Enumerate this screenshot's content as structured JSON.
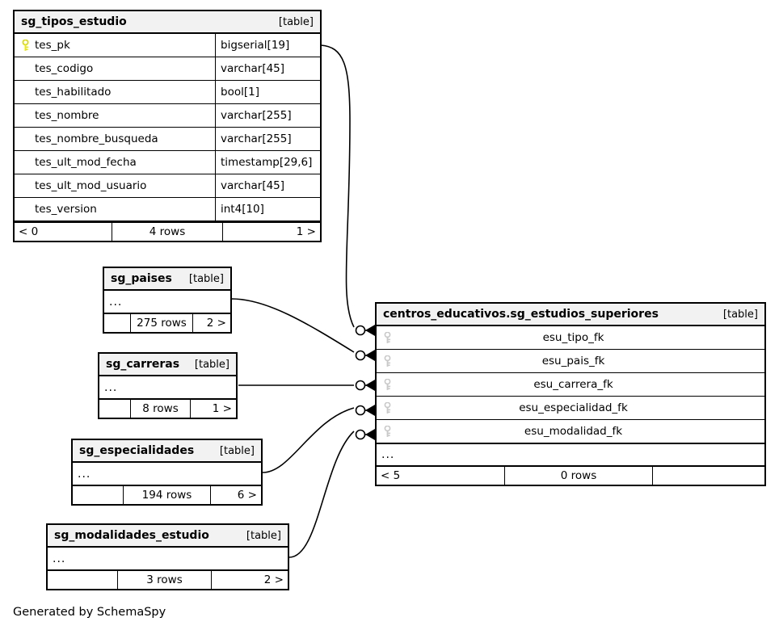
{
  "caption": "Generated by SchemaSpy",
  "colors": {
    "header_bg": "#f2f2f2",
    "pk_key": "#e8e80f",
    "fk_key": "#c9c9c9",
    "border": "#000000",
    "background": "#ffffff"
  },
  "tables": [
    {
      "id": "sg_tipos_estudio",
      "name": "sg_tipos_estudio",
      "tag": "[table]",
      "columns": [
        {
          "name": "tes_pk",
          "type": "bigserial[19]",
          "key": "primary",
          "key_icon": "key-icon"
        },
        {
          "name": "tes_codigo",
          "type": "varchar[45]",
          "key": "none"
        },
        {
          "name": "tes_habilitado",
          "type": "bool[1]",
          "key": "none"
        },
        {
          "name": "tes_nombre",
          "type": "varchar[255]",
          "key": "none"
        },
        {
          "name": "tes_nombre_busqueda",
          "type": "varchar[255]",
          "key": "none"
        },
        {
          "name": "tes_ult_mod_fecha",
          "type": "timestamp[29,6]",
          "key": "none"
        },
        {
          "name": "tes_ult_mod_usuario",
          "type": "varchar[45]",
          "key": "none"
        },
        {
          "name": "tes_version",
          "type": "int4[10]",
          "key": "none"
        }
      ],
      "footer": {
        "left": "< 0",
        "mid": "4 rows",
        "right": "1 >"
      }
    },
    {
      "id": "sg_paises",
      "name": "sg_paises",
      "tag": "[table]",
      "ellipsis": "...",
      "footer": {
        "left": "",
        "mid": "275 rows",
        "right": "2 >"
      }
    },
    {
      "id": "sg_carreras",
      "name": "sg_carreras",
      "tag": "[table]",
      "ellipsis": "...",
      "footer": {
        "left": "",
        "mid": "8 rows",
        "right": "1 >"
      }
    },
    {
      "id": "sg_especialidades",
      "name": "sg_especialidades",
      "tag": "[table]",
      "ellipsis": "...",
      "footer": {
        "left": "",
        "mid": "194 rows",
        "right": "6 >"
      }
    },
    {
      "id": "sg_modalidades_estudio",
      "name": "sg_modalidades_estudio",
      "tag": "[table]",
      "ellipsis": "...",
      "footer": {
        "left": "",
        "mid": "3 rows",
        "right": "2 >"
      }
    },
    {
      "id": "sg_estudios_superiores",
      "name": "centros_educativos.sg_estudios_superiores",
      "tag": "[table]",
      "columns": [
        {
          "name": "esu_tipo_fk",
          "key": "foreign",
          "key_icon": "key-icon"
        },
        {
          "name": "esu_pais_fk",
          "key": "foreign",
          "key_icon": "key-icon"
        },
        {
          "name": "esu_carrera_fk",
          "key": "foreign",
          "key_icon": "key-icon"
        },
        {
          "name": "esu_especialidad_fk",
          "key": "foreign",
          "key_icon": "key-icon"
        },
        {
          "name": "esu_modalidad_fk",
          "key": "foreign",
          "key_icon": "key-icon"
        }
      ],
      "ellipsis": "...",
      "footer": {
        "left": "< 5",
        "mid": "0 rows",
        "right": ""
      }
    }
  ],
  "relationships": [
    {
      "from": "sg_tipos_estudio.tes_pk",
      "to": "sg_estudios_superiores.esu_tipo_fk",
      "cardinality": "zero-or-many"
    },
    {
      "from": "sg_paises",
      "to": "sg_estudios_superiores.esu_pais_fk",
      "cardinality": "zero-or-many"
    },
    {
      "from": "sg_carreras",
      "to": "sg_estudios_superiores.esu_carrera_fk",
      "cardinality": "zero-or-many"
    },
    {
      "from": "sg_especialidades",
      "to": "sg_estudios_superiores.esu_especialidad_fk",
      "cardinality": "zero-or-many"
    },
    {
      "from": "sg_modalidades_estudio",
      "to": "sg_estudios_superiores.esu_modalidad_fk",
      "cardinality": "zero-or-many"
    }
  ]
}
